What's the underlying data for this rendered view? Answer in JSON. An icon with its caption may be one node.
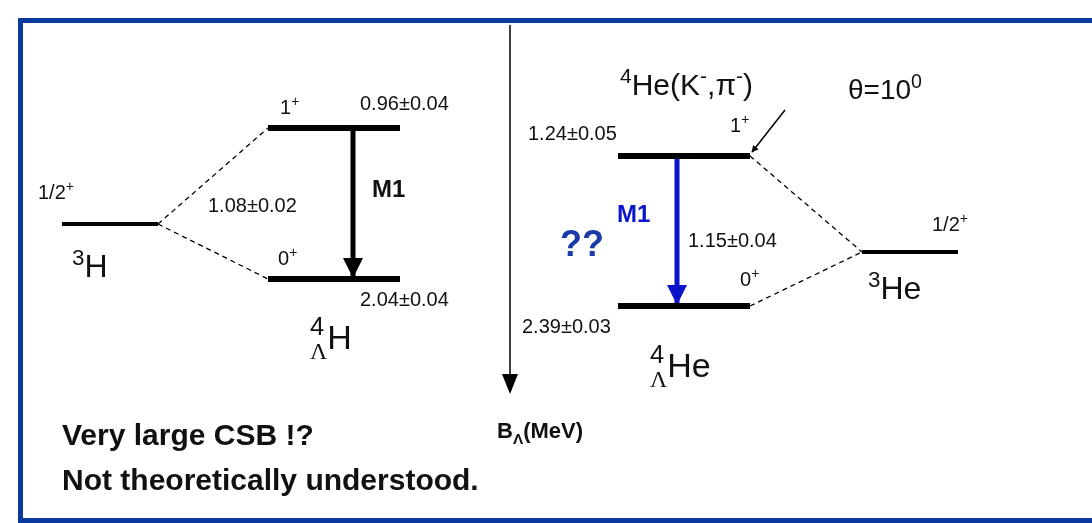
{
  "diagram": {
    "nodes": [
      {
        "text": [
          "1/2$^{+}$"
        ],
        "beside": [
          "$^{3}$H"
        ]
      },
      {
        "text": [
          "1$^{+}$"
        ],
        "beside": [
          "0.96±0.04"
        ]
      },
      {
        "text": [
          "0$^{+}$"
        ],
        "beside": [
          "2.04±0.04"
        ]
      },
      {
        "text": [
          "1$^{+}$"
        ],
        "beside": [
          "1.24±0.05"
        ]
      },
      {
        "text": [
          "0$^{+}$"
        ],
        "beside": [
          "2.39±0.03"
        ]
      },
      {
        "text": [
          "1/2$^{+}$"
        ],
        "beside": [
          "$^{3}$He"
        ]
      },
      {
        "text": [
          "$^{4}$He(K$^{-}$,π$^{-}$)"
        ]
      }
    ],
    "edges": [
      {
        "from": 0,
        "to": 1,
        "arrow": "none",
        "style": "dashed"
      },
      {
        "from": 0,
        "to": 2,
        "arrow": "none",
        "style": "dashed"
      },
      {
        "from": 1,
        "to": 2,
        "arrow": "to",
        "label": "M1",
        "style": "thick"
      },
      {
        "from": 3,
        "to": 4,
        "arrow": "to",
        "label": "M1",
        "style": "thick",
        "color": "#0a14c8"
      },
      {
        "from": 3,
        "to": 5,
        "arrow": "none",
        "style": "dashed"
      },
      {
        "from": 4,
        "to": 5,
        "arrow": "none",
        "style": "dashed"
      },
      {
        "from": 6,
        "to": 3,
        "arrow": "to"
      }
    ],
    "labels": [
      "θ=10$^{0}$",
      "1.08±0.02",
      "??",
      "1.15±0.04",
      "$^{4}$$_{Λ}$H",
      "$^{4}$$_{Λ}$He",
      "Very large CSB !?",
      "B$_{Λ}$(MeV)",
      "Not theoretically understood."
    ]
  }
}
